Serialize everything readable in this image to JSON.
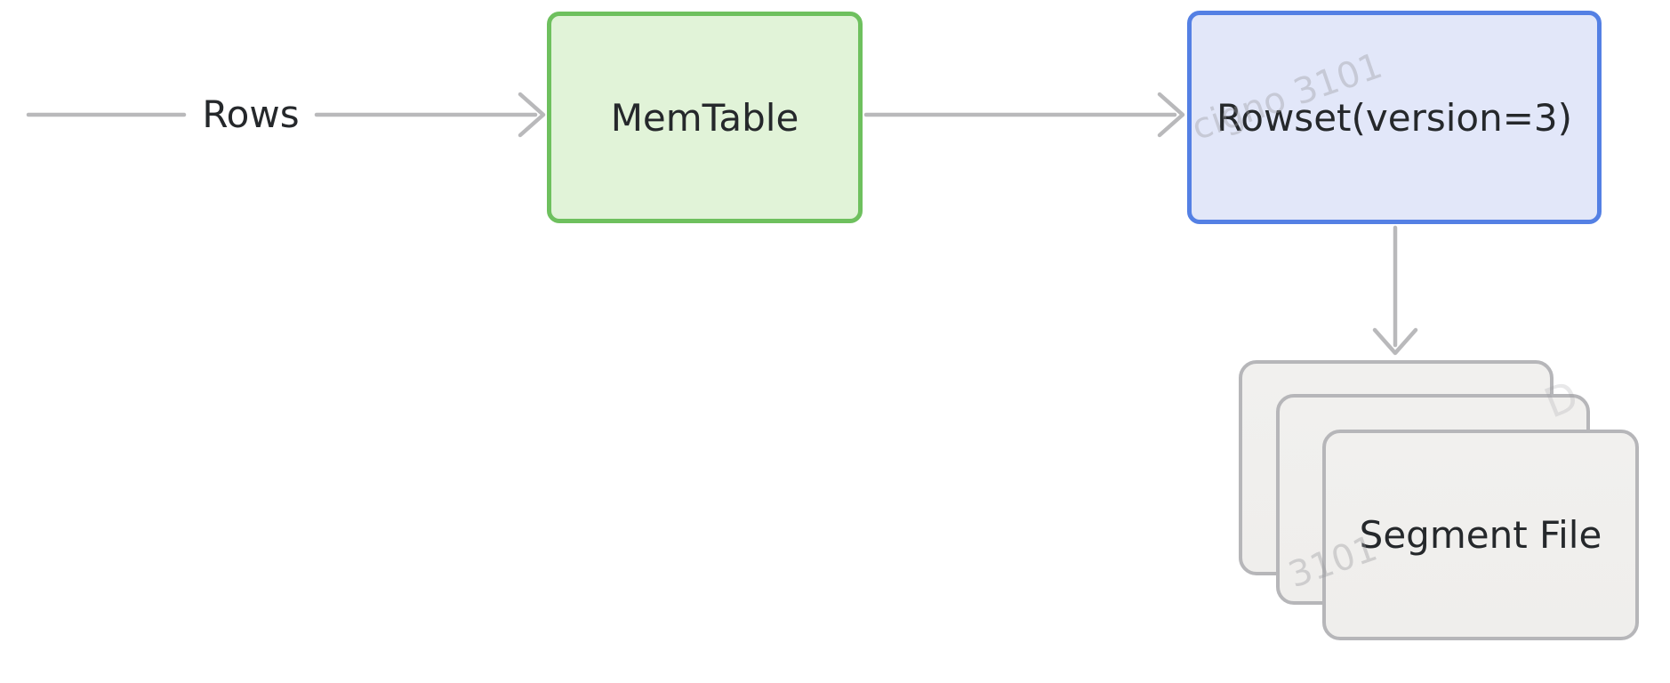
{
  "diagram": {
    "type": "flowchart",
    "background": "#ffffff",
    "text_color": "#25282b",
    "edge_color": "#b9b9bb",
    "nodes": {
      "rows": {
        "label": "Rows",
        "kind": "edge-label"
      },
      "memtable": {
        "label": "MemTable",
        "fill": "#e1f3d8",
        "border": "#6ec05e"
      },
      "rowset": {
        "label": "Rowset(version=3)",
        "fill": "#e2e7f9",
        "border": "#5480e4"
      },
      "segment_stack": {
        "label": "Segment File",
        "card_count": 3,
        "fill": "#f0efed",
        "border": "#b6b6b9"
      }
    },
    "edges": [
      {
        "id": "incoming-line",
        "to": "rows",
        "arrowhead": false,
        "direction": "right"
      },
      {
        "id": "rows-to-memtable",
        "from": "rows",
        "to": "memtable",
        "arrowhead": true,
        "direction": "right"
      },
      {
        "id": "memtable-to-rowset",
        "from": "memtable",
        "to": "rowset",
        "arrowhead": true,
        "direction": "right"
      },
      {
        "id": "rowset-to-segments",
        "from": "rowset",
        "to": "segment_stack",
        "arrowhead": true,
        "direction": "down"
      }
    ],
    "watermarks": [
      {
        "text": "cigno 3101"
      },
      {
        "text": "3101"
      },
      {
        "text": "D"
      }
    ]
  }
}
